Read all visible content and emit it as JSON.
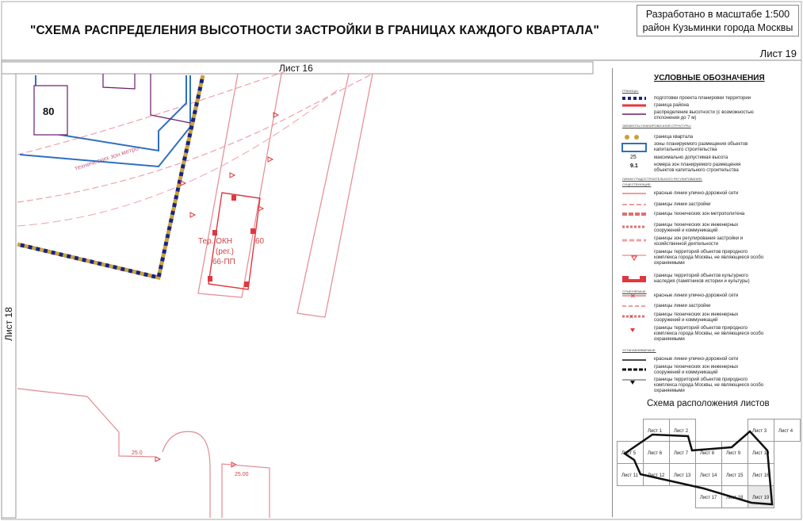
{
  "header": {
    "title": "\"СХЕМА РАСПРЕДЕЛЕНИЯ ВЫСОТНОСТИ ЗАСТРОЙКИ В ГРАНИЦАХ КАЖДОГО КВАРТАЛА\"",
    "scale_line1": "Разработано в масштабе 1:500",
    "scale_line2": "район Кузьминки города Москвы",
    "sheet": "Лист 19"
  },
  "map": {
    "top_neighbor": "Лист 16",
    "left_neighbor": "Лист 18",
    "zone_number": "80",
    "heritage_label_1": "Тер. ОКН",
    "heritage_label_2": "(рег.)",
    "heritage_label_3": "66-ПП",
    "heritage_height": "60",
    "technical_zone_label": "технических зон метро",
    "dim_1": "25.0",
    "dim_2": "25.00"
  },
  "legend": {
    "title": "УСЛОВНЫЕ ОБОЗНАЧЕНИЯ",
    "section_1": "ГРАНИЦЫ:",
    "section_2": "ЭЛЕМЕНТЫ ПЛАНИРОВОЧНОЙ СТРУКТУРЫ:",
    "section_3": "ЛИНИИ ГРАДОСТРОИТЕЛЬНОГО РЕГУЛИРОВАНИЯ:",
    "section_3b": "СУЩЕСТВУЮЩИЕ:",
    "section_4": "ОТМЕНЯЕМЫЕ:",
    "section_5": "УСТАНАВЛИВАЕМЫЕ:",
    "items": [
      "подготовки проекта планировки территории",
      "граница района",
      "распределение высотности (с возможностью отклонения до 7 м)",
      "граница квартала",
      "зоны планируемого размещения объектов капитального строительства",
      "максимально допустимая высота",
      "номера зон планируемого размещения объектов капитального строительства",
      "красные линии улично-дорожной сети",
      "границы линии застройки",
      "границы технических зон метрополитена",
      "границы технических зон инженерных сооружений и коммуникаций",
      "границы зон регулирования застройки и хозяйственной деятельности",
      "границы территорий объектов природного комплекса города Москвы, не являющиеся особо охраняемыми",
      "границы территорий объектов культурного наследия (памятников истории и культуры)",
      "красные линии улично-дорожной сети",
      "границы линии застройки",
      "границы технических зон инженерных сооружений и коммуникаций",
      "границы территорий объектов природного комплекса города Москвы, не являющиеся особо охраняемыми",
      "красные линии улично-дорожной сети",
      "границы технических зон инженерных сооружений и коммуникаций",
      "границы территорий объектов природного комплекса города Москвы, не являющиеся особо охраняемыми"
    ],
    "height_sample": "25",
    "zone_sample": "9.1"
  },
  "sheet_scheme": {
    "title": "Схема расположения листов",
    "rows": [
      [
        "",
        "Лист 1",
        "Лист 2",
        "",
        "",
        "Лист 3",
        "Лист 4"
      ],
      [
        "Лист 5",
        "Лист 6",
        "Лист 7",
        "Лист 8",
        "Лист 9",
        "Лист 10",
        ""
      ],
      [
        "Лист 11",
        "Лист 12",
        "Лист 13",
        "Лист 14",
        "Лист 15",
        "Лист 16",
        ""
      ],
      [
        "",
        "",
        "",
        "Лист 17",
        "Лист 18",
        "Лист 19",
        ""
      ]
    ],
    "active": "Лист 19"
  },
  "colors": {
    "red_line": "#e0383f",
    "pink_line": "#f0a0a8",
    "blue_zone": "#2f6fc0",
    "boundary_dot_dark": "#1a237e",
    "boundary_dot_gold": "#c9a23a"
  }
}
